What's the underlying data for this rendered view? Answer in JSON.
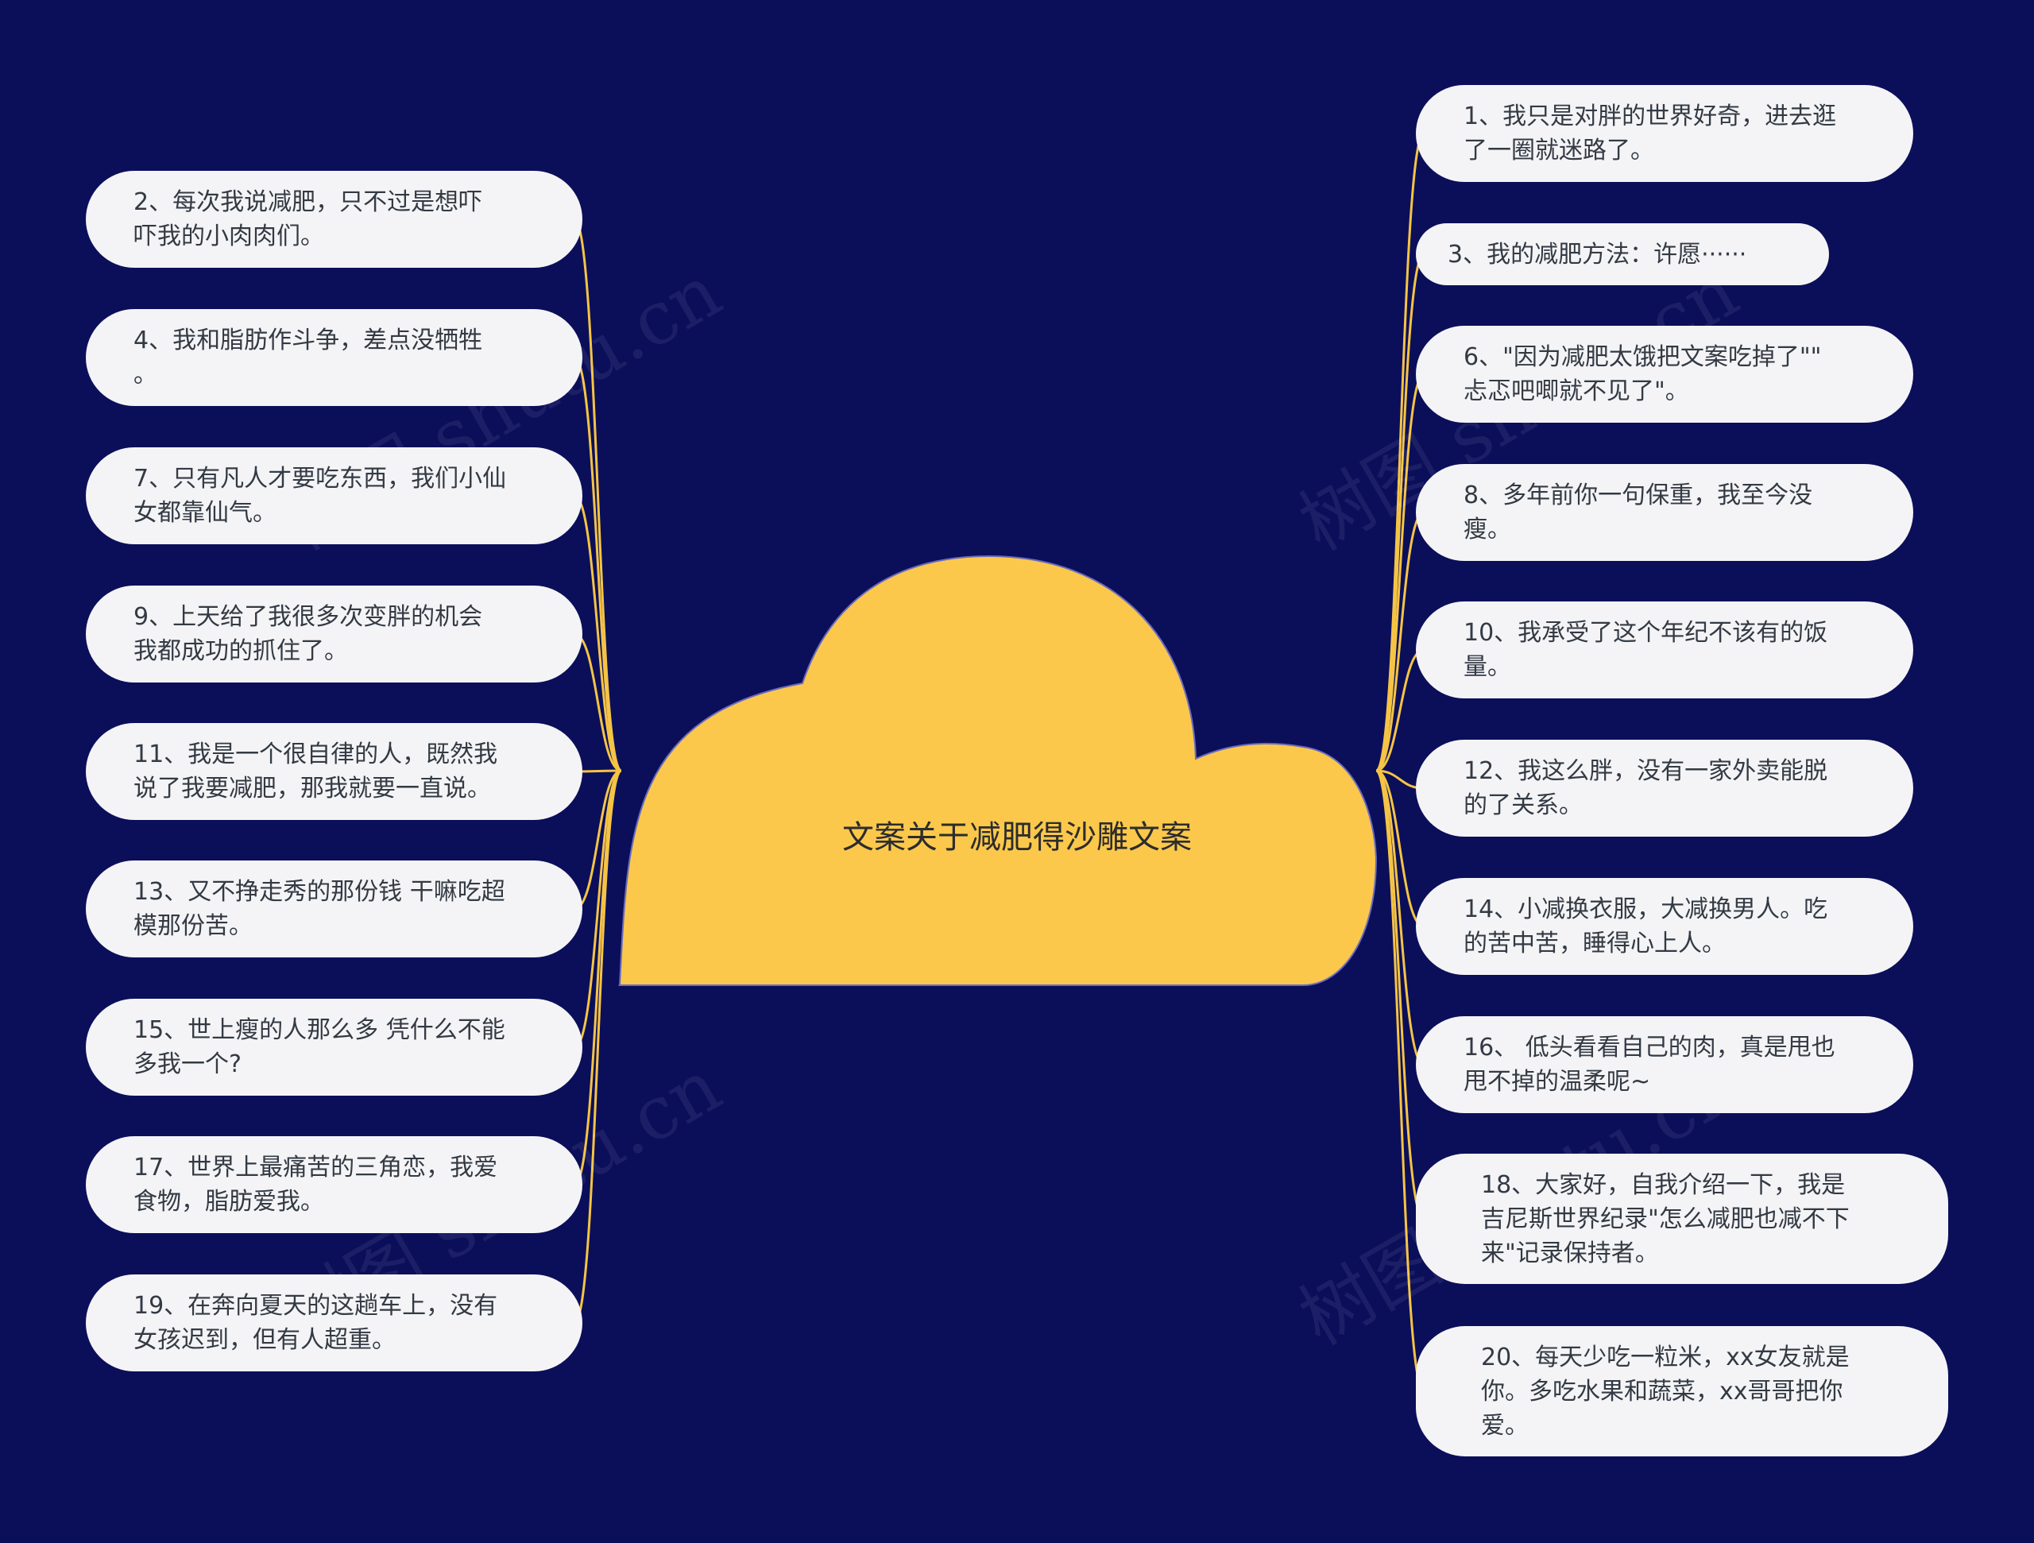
{
  "center": {
    "title": "文案关于减肥得沙雕文案"
  },
  "left_nodes": [
    "2、每次我说减肥，只不过是想吓\n吓我的小肉肉们。",
    "4、我和脂肪作斗争，差点没牺牲\n。",
    "7、只有凡人才要吃东西，我们小仙\n女都靠仙气。",
    "9、上天给了我很多次变胖的机会\n我都成功的抓住了。",
    "11、我是一个很自律的人，既然我\n说了我要减肥，那我就要一直说。",
    "13、又不挣走秀的那份钱 干嘛吃超\n模那份苦。",
    "15、世上瘦的人那么多 凭什么不能\n多我一个?",
    "17、世界上最痛苦的三角恋，我爱\n食物，脂肪爱我。",
    "19、在奔向夏天的这趟车上，没有\n女孩迟到，但有人超重。"
  ],
  "right_nodes": [
    "1、我只是对胖的世界好奇，进去逛\n了一圈就迷路了。",
    "3、我的减肥方法：许愿······",
    "6、\"因为减肥太饿把文案吃掉了\"\"\n忐忑吧唧就不见了\"。",
    "8、多年前你一句保重，我至今没\n瘦。",
    "10、我承受了这个年纪不该有的饭\n量。",
    "12、我这么胖，没有一家外卖能脱\n的了关系。",
    "14、小减换衣服，大减换男人。吃\n的苦中苦，睡得心上人。",
    "16、 低头看看自己的肉，真是甩也\n甩不掉的温柔呢~",
    "18、大家好，自我介绍一下，我是\n吉尼斯世界纪录\"怎么减肥也减不下\n来\"记录保持者。",
    "20、每天少吃一粒米，xx女友就是\n你。多吃水果和蔬菜，xx哥哥把你\n爱。"
  ],
  "watermark": "树图 shutu.cn",
  "colors": {
    "background": "#0b0f5a",
    "cloud_fill": "#fbc84b",
    "connector": "#f5c445",
    "node_fill": "#f4f4f6",
    "node_text": "#333a44"
  }
}
